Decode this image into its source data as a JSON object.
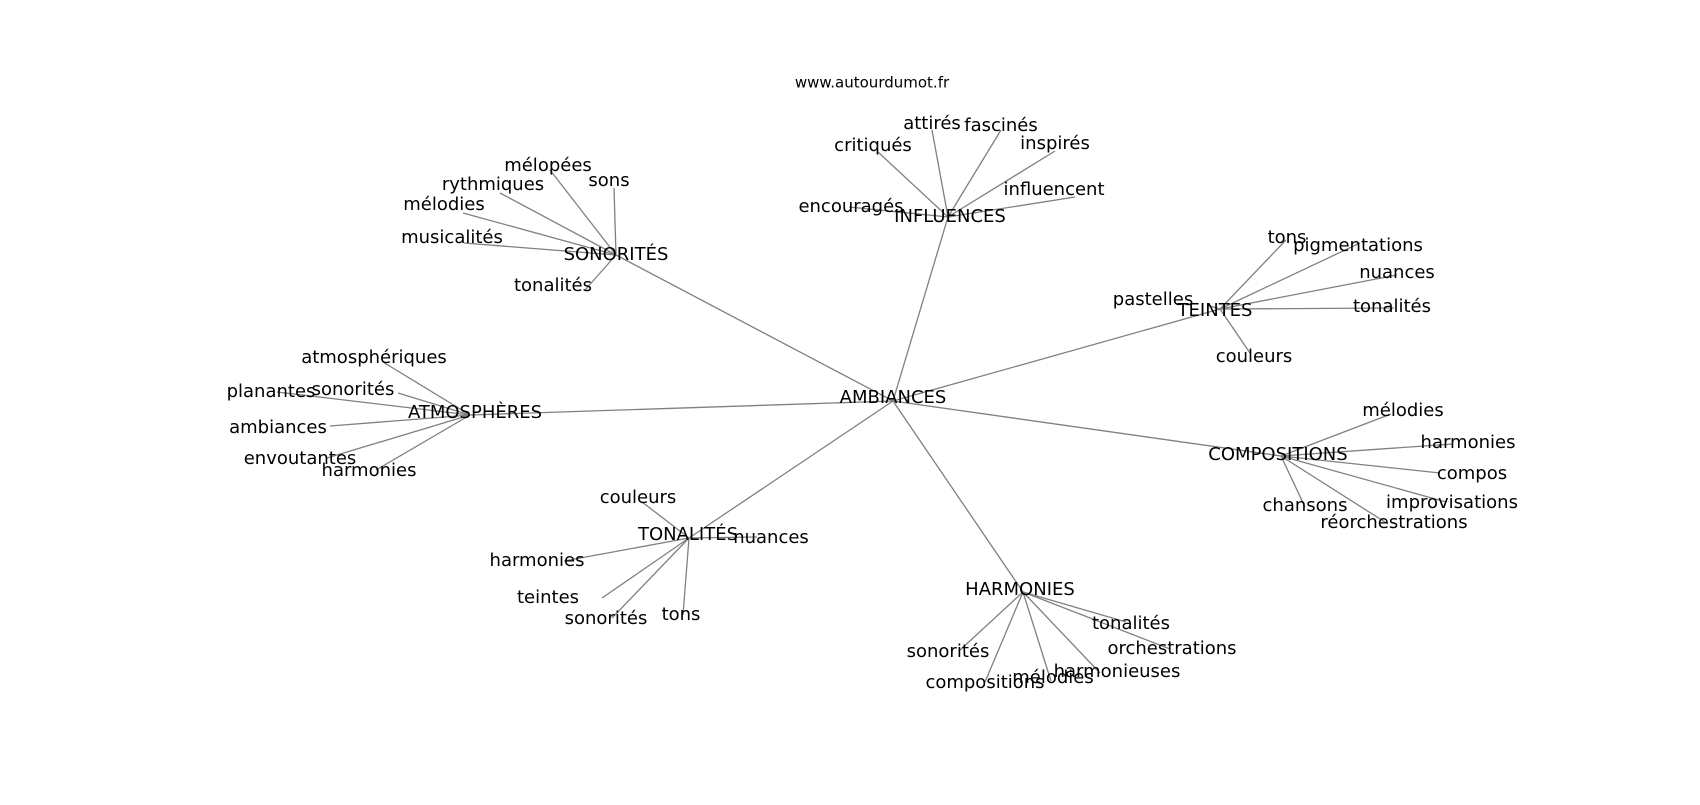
{
  "source": "www.autourdumot.fr",
  "center": "AMBIANCES",
  "colors": {
    "edge": "#808080",
    "text": "#000000",
    "background": "#ffffff"
  },
  "clusters": [
    {
      "hub": "SONORITÉS",
      "words": [
        "mélopées",
        "sons",
        "rythmiques",
        "mélodies",
        "musicalités",
        "tonalités"
      ]
    },
    {
      "hub": "INFLUENCES",
      "words": [
        "attirés",
        "fascinés",
        "critiqués",
        "inspirés",
        "encouragés",
        "influencent"
      ]
    },
    {
      "hub": "TEINTES",
      "words": [
        "tons",
        "pigmentations",
        "nuances",
        "tonalités",
        "pastelles",
        "couleurs"
      ]
    },
    {
      "hub": "ATMOSPHÈRES",
      "words": [
        "atmosphériques",
        "planantes",
        "sonorités",
        "ambiances",
        "envoutantes",
        "harmonies"
      ]
    },
    {
      "hub": "COMPOSITIONS",
      "words": [
        "mélodies",
        "harmonies",
        "compos",
        "improvisations",
        "chansons",
        "réorchestrations"
      ]
    },
    {
      "hub": "TONALITÉS",
      "words": [
        "couleurs",
        "nuances",
        "harmonies",
        "teintes",
        "sonorités",
        "tons"
      ]
    },
    {
      "hub": "HARMONIES",
      "words": [
        "tonalités",
        "orchestrations",
        "sonorités",
        "harmonieuses",
        "mélodies",
        "compositions"
      ]
    }
  ]
}
